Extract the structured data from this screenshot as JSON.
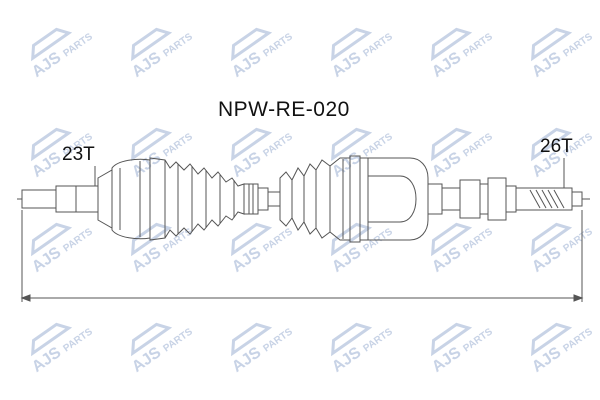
{
  "watermark": {
    "brand_text": "AJS",
    "suffix_text": "PARTS",
    "color": "#c8d3e6"
  },
  "diagram": {
    "part_number": "NPW-RE-020",
    "left_spline": "23T",
    "right_spline": "26T",
    "line_color": "#555555"
  }
}
